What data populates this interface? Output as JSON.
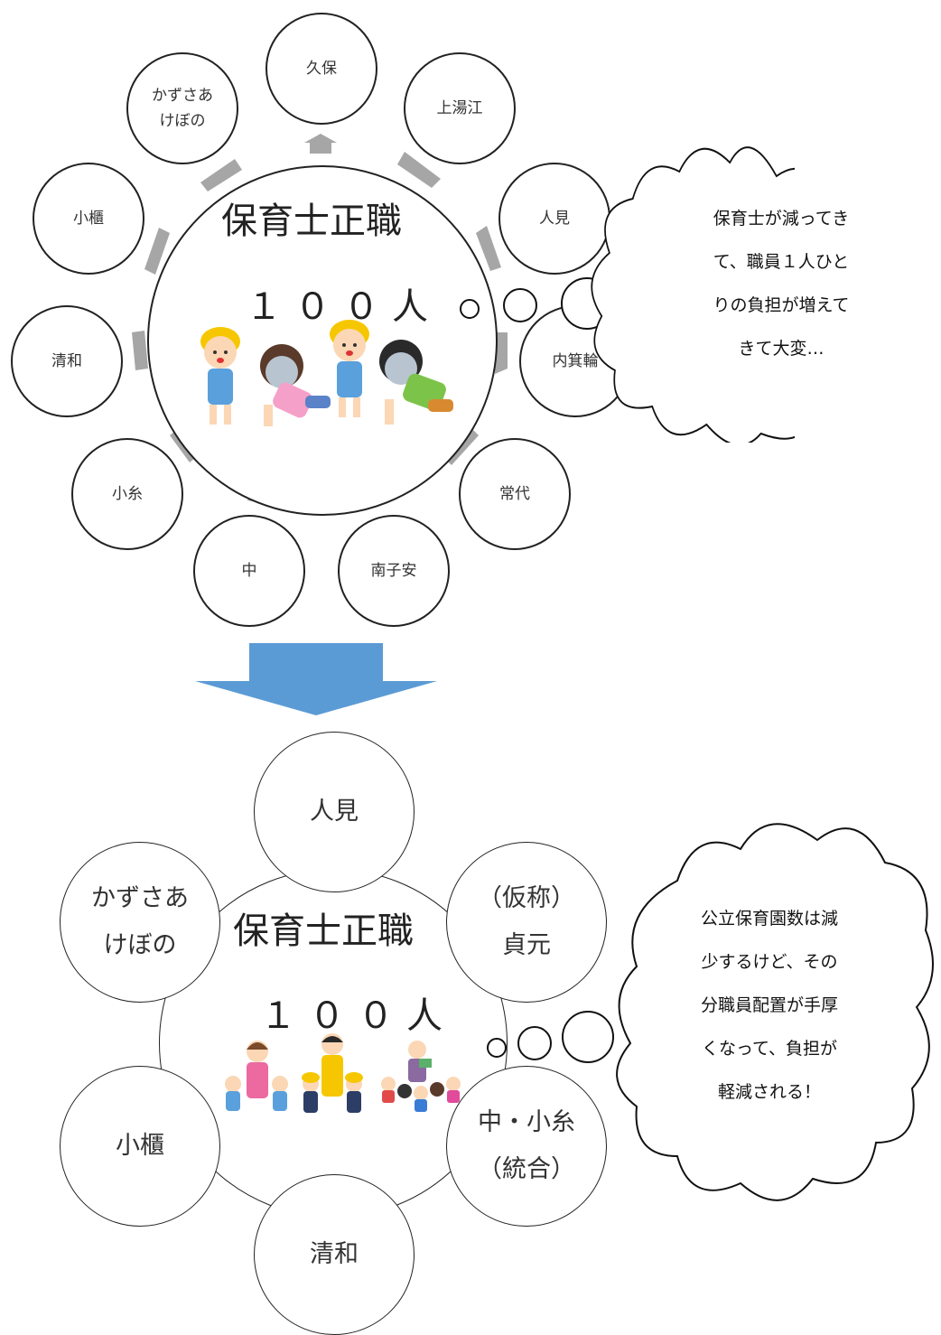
{
  "top": {
    "title": "保育士正職",
    "count": "１００人",
    "centers": [
      "久保",
      "上湯江",
      "人見",
      "内箕輪",
      "常代",
      "南子安",
      "中",
      "小糸",
      "清和",
      "小櫃",
      "かずさあ\nけぼの"
    ],
    "thought": "保育士が減ってき\nて、職員１人ひと\nりの負担が増えて\nきて大変…"
  },
  "bottom": {
    "title": "保育士正職",
    "count": "１００人",
    "centers": [
      "人見",
      "（仮称）\n貞元",
      "中・小糸\n（統合）",
      "清和",
      "小櫃",
      "かずさあ\nけぼの"
    ],
    "thought": "公立保育園数は減\n少するけど、その\n分職員配置が手厚\nくなって、負担が\n軽減される！"
  },
  "colors": {
    "arrow": "#5b9bd5",
    "small_arrows": "#a6a6a6"
  },
  "icons": {
    "top_illustration": "tired-children-icon",
    "bottom_illustration": "happy-children-teachers-icon",
    "transition": "down-arrow-icon"
  }
}
